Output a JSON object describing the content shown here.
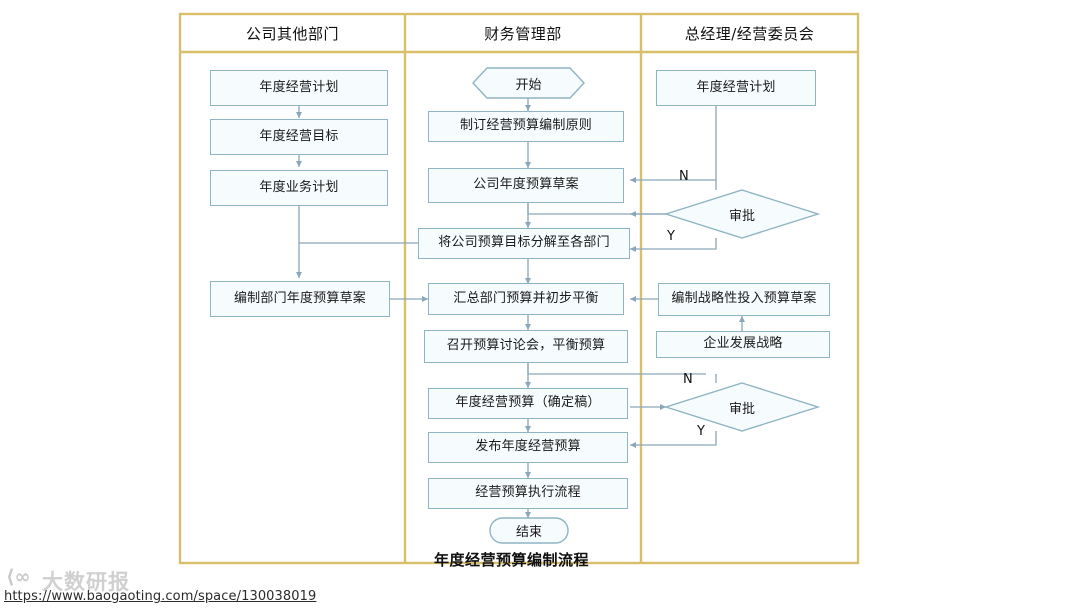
{
  "diagram": {
    "title": "年度经营预算编制流程",
    "colors": {
      "lane_border": "#d9bf6a",
      "node_border": "#8fb4c4",
      "node_fill": "#f6fbfd",
      "connector": "#8aa6bb",
      "text": "#1a1a1a"
    },
    "lanes": [
      {
        "id": "lane-other-departments",
        "title": "公司其他部门"
      },
      {
        "id": "lane-finance",
        "title": "财务管理部"
      },
      {
        "id": "lane-gm-committee",
        "title": "总经理/经营委员会"
      }
    ],
    "nodes": {
      "left": [
        {
          "id": "annual-operating-plan-left",
          "label": "年度经营计划",
          "shape": "rect"
        },
        {
          "id": "annual-operating-target",
          "label": "年度经营目标",
          "shape": "rect"
        },
        {
          "id": "annual-business-plan",
          "label": "年度业务计划",
          "shape": "rect"
        },
        {
          "id": "dept-budget-draft",
          "label": "编制部门年度预算草案",
          "shape": "rect"
        }
      ],
      "middle": [
        {
          "id": "start",
          "label": "开始",
          "shape": "hexagon"
        },
        {
          "id": "budget-principles",
          "label": "制订经营预算编制原则",
          "shape": "rect"
        },
        {
          "id": "company-budget-draft",
          "label": "公司年度预算草案",
          "shape": "rect"
        },
        {
          "id": "decompose-targets",
          "label": "将公司预算目标分解至各部门",
          "shape": "rect"
        },
        {
          "id": "consolidate-balance",
          "label": "汇总部门预算并初步平衡",
          "shape": "rect"
        },
        {
          "id": "budget-meeting",
          "label": "召开预算讨论会，平衡预算",
          "shape": "rect"
        },
        {
          "id": "final-budget",
          "label": "年度经营预算（确定稿）",
          "shape": "rect"
        },
        {
          "id": "publish-budget",
          "label": "发布年度经营预算",
          "shape": "rect"
        },
        {
          "id": "execution-process",
          "label": "经营预算执行流程",
          "shape": "rect"
        },
        {
          "id": "end",
          "label": "结束",
          "shape": "stadium"
        }
      ],
      "right": [
        {
          "id": "annual-operating-plan-right",
          "label": "年度经营计划",
          "shape": "rect"
        },
        {
          "id": "approval-1",
          "label": "审批",
          "shape": "diamond"
        },
        {
          "id": "strategic-investment-draft",
          "label": "编制战略性投入预算草案",
          "shape": "rect"
        },
        {
          "id": "enterprise-strategy",
          "label": "企业发展战略",
          "shape": "rect"
        },
        {
          "id": "approval-2",
          "label": "审批",
          "shape": "diamond"
        }
      ]
    },
    "branch_labels": {
      "approval1_no": "N",
      "approval1_yes": "Y",
      "approval2_no": "N",
      "approval2_yes": "Y"
    }
  },
  "watermark": {
    "logo_text": "大数研报",
    "url": "https://www.baogaoting.com/space/130038019"
  }
}
